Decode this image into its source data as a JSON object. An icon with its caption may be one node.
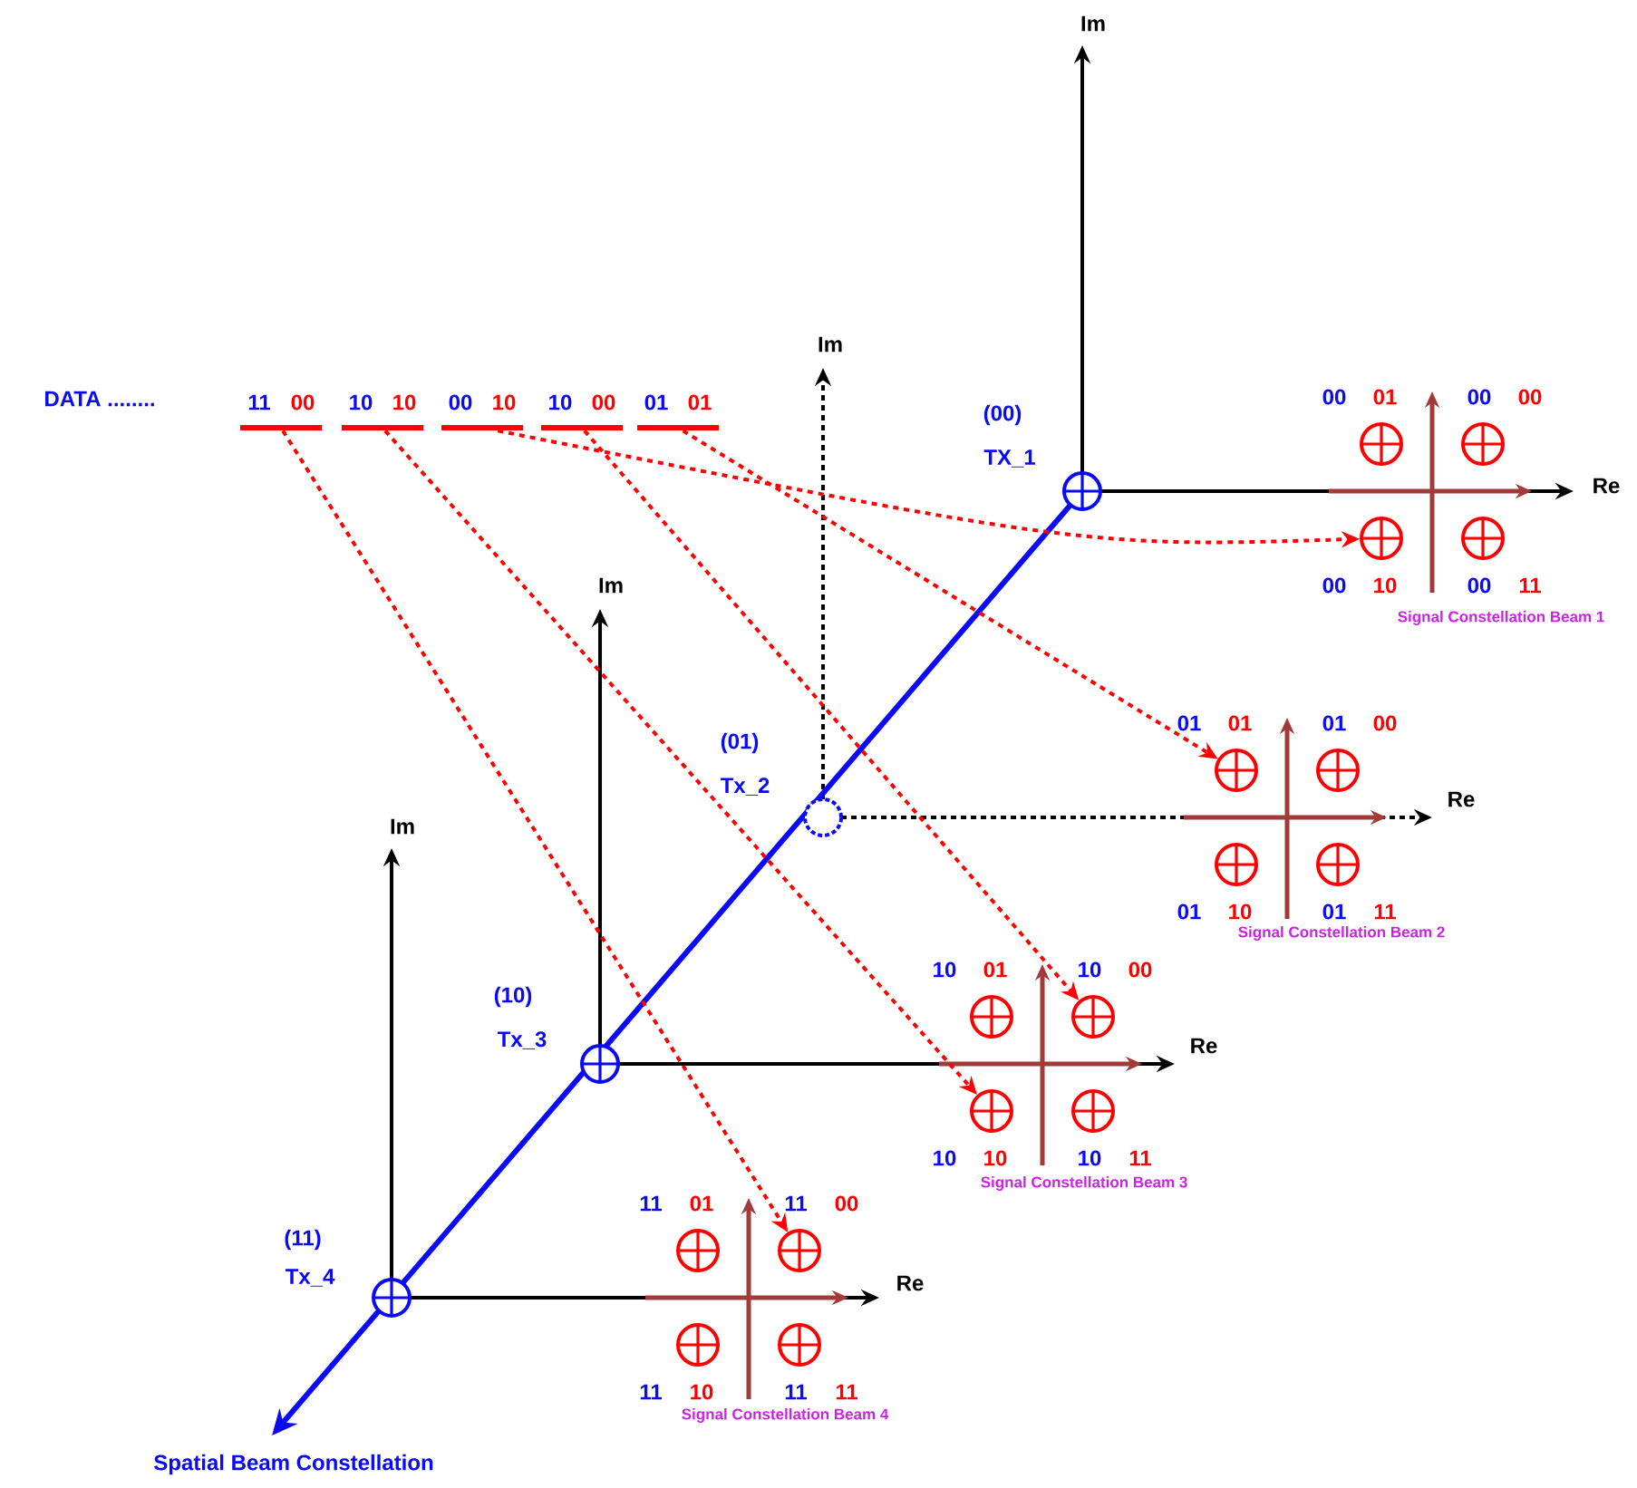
{
  "diagram": {
    "nodes": [
      {
        "text": [
          "11",
          "00"
        ]
      },
      {
        "text": [
          "10",
          "10"
        ]
      },
      {
        "text": [
          "00",
          "10"
        ]
      },
      {
        "text": [
          "10",
          "00"
        ]
      },
      {
        "text": [
          "01",
          "01"
        ]
      },
      {
        "text": [
          "(00)",
          "TX_1"
        ]
      },
      {
        "text": [
          "00",
          "01"
        ]
      },
      {
        "text": [
          "00",
          "00"
        ]
      },
      {
        "text": [
          "00",
          "10"
        ]
      },
      {
        "text": [
          "00",
          "11"
        ]
      },
      {
        "text": [
          "(01)",
          "Tx_2"
        ]
      },
      {
        "text": [
          "01",
          "01"
        ]
      },
      {
        "text": [
          "01",
          "00"
        ]
      },
      {
        "text": [
          "01",
          "10"
        ]
      },
      {
        "text": [
          "01",
          "11"
        ]
      },
      {
        "text": [
          "(10)",
          "Tx_3"
        ]
      },
      {
        "text": [
          "10",
          "01"
        ]
      },
      {
        "text": [
          "10",
          "00"
        ]
      },
      {
        "text": [
          "10",
          "10"
        ]
      },
      {
        "text": [
          "10",
          "11"
        ]
      },
      {
        "text": [
          "(11)",
          "Tx_4"
        ]
      },
      {
        "text": [
          "11",
          "01"
        ]
      },
      {
        "text": [
          "11",
          "00"
        ]
      },
      {
        "text": [
          "11",
          "10"
        ]
      },
      {
        "text": [
          "11",
          "11"
        ]
      }
    ],
    "edges": [
      {
        "from": 0,
        "to": 22,
        "arrow": "to",
        "style": "dashed"
      },
      {
        "from": 1,
        "to": 18,
        "arrow": "to",
        "style": "dashed"
      },
      {
        "from": 2,
        "to": 8,
        "arrow": "to",
        "style": "dashed"
      },
      {
        "from": 3,
        "to": 17,
        "arrow": "to",
        "style": "dashed"
      },
      {
        "from": 4,
        "to": 11,
        "arrow": "to",
        "style": "dashed"
      }
    ],
    "labels": [
      "Im",
      "Im",
      "DATA ........",
      "Re",
      "Signal Constellation Beam 1",
      "Im",
      "Re",
      "Signal Constellation Beam 2",
      "Im",
      "Re",
      "Signal Constellation Beam 3",
      "Re",
      "Signal Constellation Beam 4",
      "Spatial Beam Constellation"
    ]
  }
}
